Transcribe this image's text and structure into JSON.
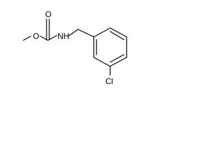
{
  "molecule": {
    "atoms": {
      "carbonyl_oxygen": "O",
      "ether_oxygen": "O",
      "amide_nitrogen": "NH",
      "chlorine": "Cl"
    }
  },
  "colors": {
    "bond": "#000000",
    "label": "#000000",
    "background": "#ffffff"
  }
}
